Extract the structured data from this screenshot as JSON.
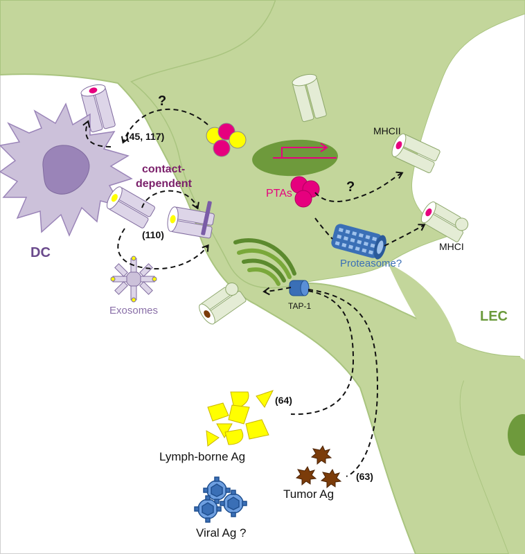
{
  "labels": {
    "dc": "DC",
    "lec": "LEC",
    "mhcii": "MHCII",
    "mhci": "MHCI",
    "ptas": "PTAs",
    "proteasome": "Proteasome?",
    "tap1": "TAP-1",
    "exosomes": "Exosomes",
    "contact_line1": "contact-",
    "contact_line2": "dependent",
    "lymph_ag": "Lymph-borne Ag",
    "tumor_ag": "Tumor Ag",
    "viral_ag": "Viral Ag ?",
    "question_top": "?",
    "question_mid": "?"
  },
  "references": {
    "ref_45_117": "(45, 117)",
    "ref_110": "(110)",
    "ref_64": "(64)",
    "ref_63": "(63)"
  },
  "colors": {
    "lec_fill": "#c3d69b",
    "lec_stroke": "#a9c47f",
    "nucleus": "#6e9a3c",
    "dc_fill": "#ccc1da",
    "dc_dark": "#9a84b8",
    "dc_text": "#6a4a8c",
    "magenta": "#e6007e",
    "yellow": "#ffff00",
    "proteasome": "#3a6fb6",
    "tumor": "#7b3c0a",
    "lec_text": "#6a9a3a"
  }
}
